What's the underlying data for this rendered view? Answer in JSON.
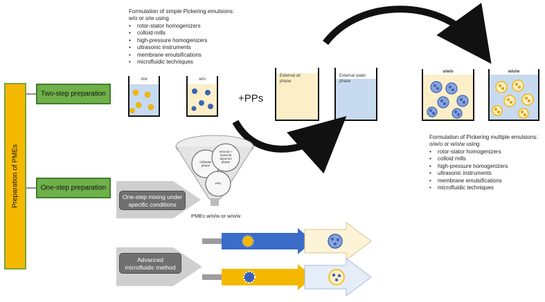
{
  "pme_title": "Preparation of PMEs",
  "two_step_label": "Two-step preparation",
  "one_step_label": "One-step preparation",
  "top_block": {
    "heading_line1": "Formulation of simple Pickering emulsions:",
    "heading_line2": "w/o or o/w using",
    "items": [
      "rotor-stator homogenizers",
      "colloid mills",
      "high-pressure homogenizers",
      "ultrasonic instruments",
      "membrane emulsifications",
      "microfluidic techniques"
    ]
  },
  "right_block": {
    "heading_line1": "Formulation of Pickering multiple emulsions:",
    "heading_line2": "o/w/o or w/o/w using",
    "items": [
      "rotor-stator homogenizers",
      "colloid mills",
      "high-pressure homogenizers",
      "ultrasonic instruments",
      "membrane emulsifications",
      "microfluidic techniques"
    ]
  },
  "beakers": {
    "ow": "o/w",
    "wo": "w/o",
    "oil_line1": "External oil",
    "oil_line2": "phase",
    "water_line1": "External water",
    "water_line2": "phase",
    "owo": "o/w/o",
    "wow": "w/o/w"
  },
  "pps_label": "+PPs",
  "funnel": {
    "circle1_line1": "Oil/water",
    "circle1_line2": "phase",
    "circle2_line1": "Internal +",
    "circle2_line2": "External",
    "circle2_line3": "aqueous",
    "circle2_line4": "phase",
    "circle3": "PPs",
    "caption": "PMEs w/o/w or w/o/w"
  },
  "one_step_mixing_line1": "One-step mixing under",
  "one_step_mixing_line2": "specific conditions",
  "advanced_line1": "Advanced",
  "advanced_line2": "microfluidic method",
  "colors": {
    "yellow": "#f5b800",
    "green": "#6fb04a",
    "blue_arrow": "#3b6cc7",
    "water": "#c8daf0",
    "oil": "#fcefc8",
    "particle_blue": "#3a63b8"
  }
}
